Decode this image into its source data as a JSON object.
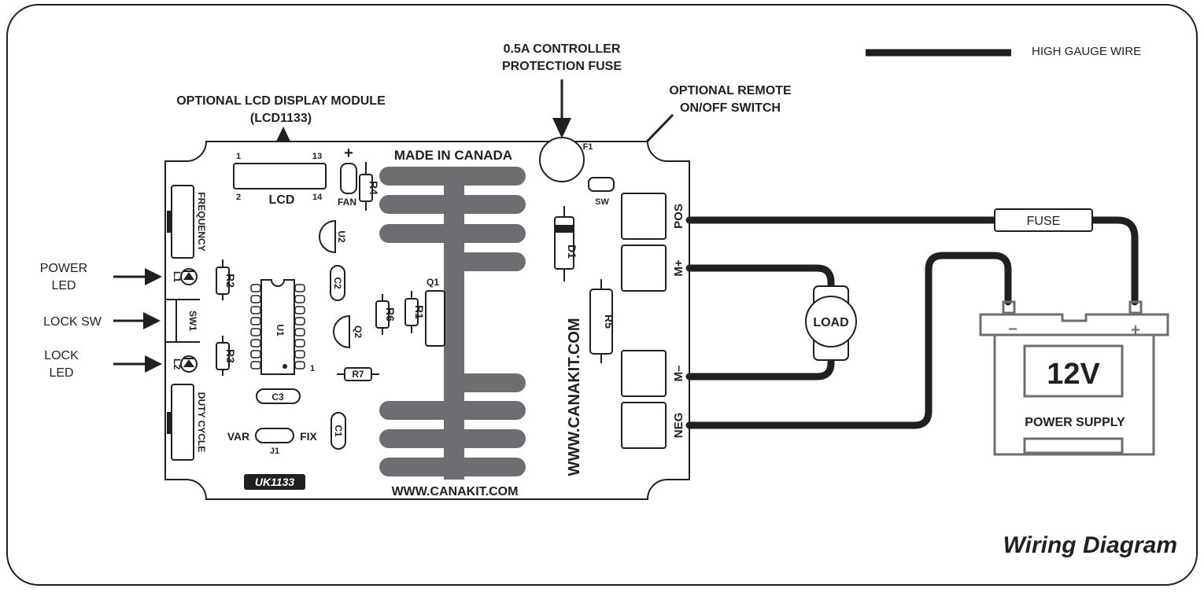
{
  "title": "Wiring Diagram",
  "legend": {
    "label": "HIGH GAUGE WIRE"
  },
  "callouts": {
    "fuse_line1": "0.5A CONTROLLER",
    "fuse_line2": "PROTECTION FUSE",
    "remote_line1": "OPTIONAL REMOTE",
    "remote_line2": "ON/OFF SWITCH",
    "lcd_line1": "OPTIONAL LCD DISPLAY MODULE",
    "lcd_line2": "(LCD1133)",
    "power_led_line1": "POWER",
    "power_led_line2": "LED",
    "lock_sw": "LOCK SW",
    "lock_led_line1": "LOCK",
    "lock_led_line2": "LED"
  },
  "board": {
    "made_in": "MADE IN CANADA",
    "website_bottom": "WWW.CANAKIT.COM",
    "website_vertical": "WWW.CANAKIT.COM",
    "model": "UK1133",
    "lcd": {
      "label": "LCD",
      "pin1": "1",
      "pin2": "2",
      "pin13": "13",
      "pin14": "14"
    },
    "fan_label": "FAN",
    "fan_plus": "+",
    "frequency": "FREQUENCY",
    "duty_cycle": "DUTY CYCLE",
    "f1": "F1",
    "sw": "SW",
    "j1": "J1",
    "var": "VAR",
    "fix": "FIX",
    "ic_pin1": "1",
    "components": {
      "R1": "R1",
      "R2": "R2",
      "R3": "R3",
      "R4": "R4",
      "R5": "R5",
      "R6": "R6",
      "R7": "R7",
      "C1": "C1",
      "C2": "C2",
      "C3": "C3",
      "U1": "U1",
      "U2": "U2",
      "Q1": "Q1",
      "Q2": "Q2",
      "D1": "D1",
      "L1": "L1",
      "L2": "L2",
      "SW1": "SW1"
    },
    "terminals": {
      "pos": "POS",
      "mplus": "M+",
      "mminus": "M–",
      "neg": "NEG"
    }
  },
  "external": {
    "fuse": "FUSE",
    "load": "LOAD",
    "battery_voltage": "12V",
    "battery_label": "POWER SUPPLY",
    "battery_minus": "–",
    "battery_plus": "+"
  }
}
